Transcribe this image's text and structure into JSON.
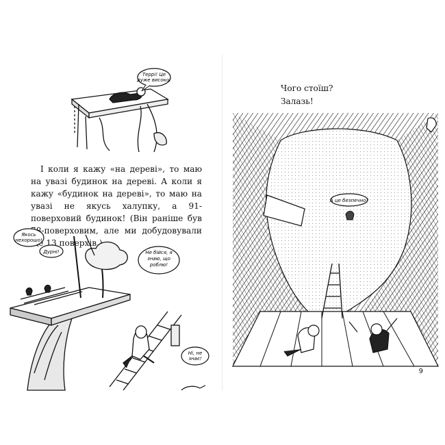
{
  "left_page": {
    "paragraph": "І коли я кажу «на дереві», то маю на увазі будинок на дереві. А коли я кажу «будинок на дереві», то маю на увазі не якусь халупку, а 91-поверховий будинок! (Він раніше був 78-поверховим, але ми добудовували ще 13 поверхів.)",
    "speech": {
      "terry": [
        "Террі! Це",
        "дуже високо!"
      ],
      "crazy": [
        "Якось",
        "нехорошо!"
      ],
      "fools": [
        "Дурні!"
      ],
      "not_afraid": [
        "Не бійся, я",
        "знаю, що",
        "роблю!"
      ],
      "doesnt_know": [
        "Ні, не",
        "знає!"
      ]
    }
  },
  "right_page": {
    "line1": "Чого стоїш?",
    "line2": "Залазь!",
    "speech": {
      "safe": [
        "А це безпечно?"
      ]
    },
    "page_number": "9"
  }
}
